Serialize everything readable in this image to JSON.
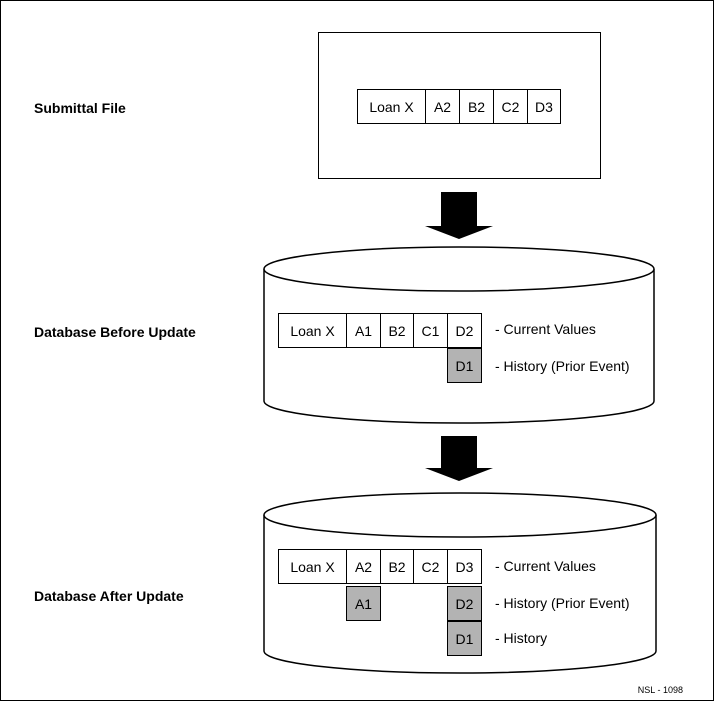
{
  "labels": {
    "submittal": "Submittal File",
    "before": "Database Before Update",
    "after": "Database After Update"
  },
  "submittal_row": [
    "Loan X",
    "A2",
    "B2",
    "C2",
    "D3"
  ],
  "before": {
    "current": [
      "Loan X",
      "A1",
      "B2",
      "C1",
      "D2"
    ],
    "history": [
      "D1"
    ],
    "notes": [
      "-  Current Values",
      "-  History (Prior Event)"
    ]
  },
  "after": {
    "current": [
      "Loan X",
      "A2",
      "B2",
      "C2",
      "D3"
    ],
    "history_prior": [
      "A1",
      "D2"
    ],
    "history": [
      "D1"
    ],
    "notes": [
      "-  Current Values",
      "-  History (Prior Event)",
      "-  History"
    ]
  },
  "footer": "NSL - 1098",
  "colors": {
    "history_cell": "#b3b3b3",
    "arrow": "#000000"
  }
}
